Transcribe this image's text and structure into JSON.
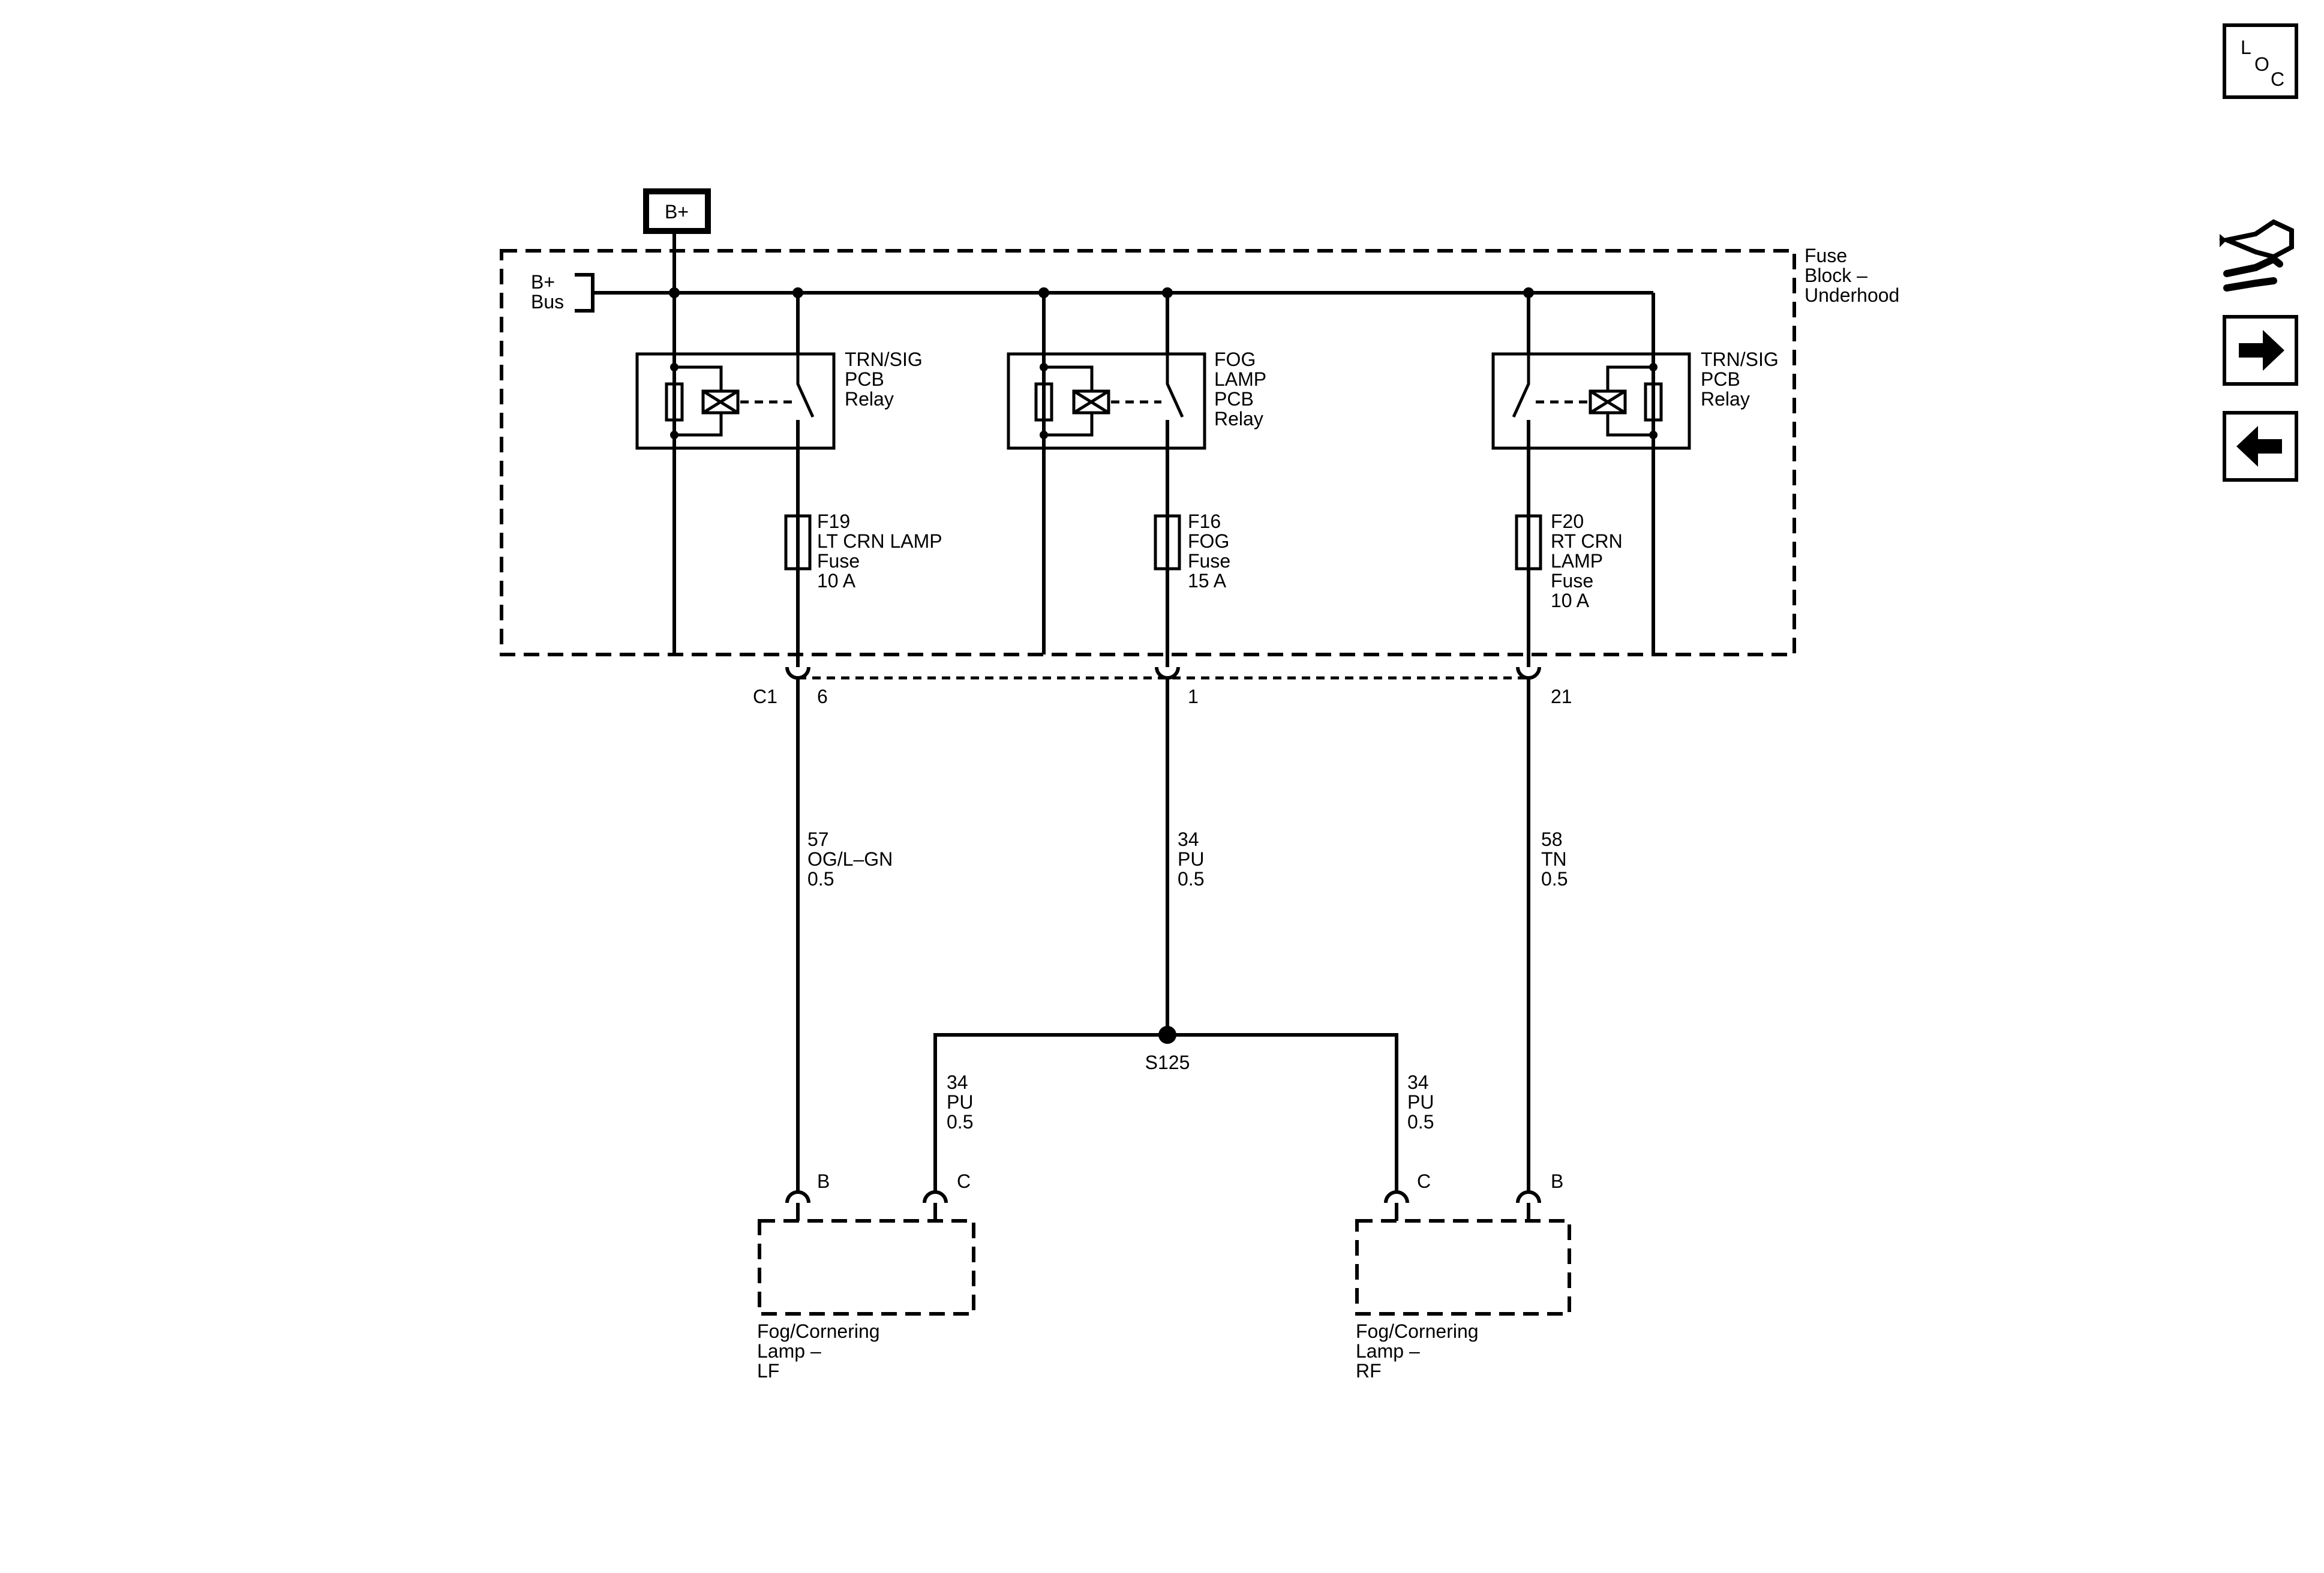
{
  "power_source": {
    "label": "B+"
  },
  "fuse_block": {
    "name": [
      "Fuse",
      "Block –",
      "Underhood"
    ],
    "bus": [
      "B+",
      "Bus"
    ]
  },
  "relays": [
    {
      "lines": [
        "TRN/SIG",
        "PCB",
        "Relay"
      ]
    },
    {
      "lines": [
        "FOG",
        "LAMP",
        "PCB",
        "Relay"
      ]
    },
    {
      "lines": [
        "TRN/SIG",
        "PCB",
        "Relay"
      ]
    }
  ],
  "fuses": [
    {
      "lines": [
        "F19",
        "LT CRN LAMP",
        "Fuse",
        "10 A"
      ]
    },
    {
      "lines": [
        "F16",
        "FOG",
        "Fuse",
        "15 A"
      ]
    },
    {
      "lines": [
        "F20",
        "RT CRN",
        "LAMP",
        "Fuse",
        "10 A"
      ]
    }
  ],
  "connector": {
    "name": "C1",
    "pins": [
      "6",
      "1",
      "21"
    ]
  },
  "wires": [
    {
      "lines": [
        "57",
        "OG/L–GN",
        "0.5"
      ]
    },
    {
      "lines": [
        "34",
        "PU",
        "0.5"
      ]
    },
    {
      "lines": [
        "58",
        "TN",
        "0.5"
      ]
    },
    {
      "lines": [
        "34",
        "PU",
        "0.5"
      ]
    },
    {
      "lines": [
        "34",
        "PU",
        "0.5"
      ]
    }
  ],
  "splice": {
    "label": "S125"
  },
  "lamps": [
    {
      "pins": [
        "B",
        "C"
      ],
      "lines": [
        "Fog/Cornering",
        "Lamp –",
        "LF"
      ]
    },
    {
      "pins": [
        "C",
        "B"
      ],
      "lines": [
        "Fog/Cornering",
        "Lamp –",
        "RF"
      ]
    }
  ],
  "nav": {
    "loc_letters": [
      "L",
      "O",
      "C"
    ],
    "icons": [
      "component-view-icon",
      "next-page-arrow-icon",
      "previous-page-arrow-icon"
    ]
  }
}
